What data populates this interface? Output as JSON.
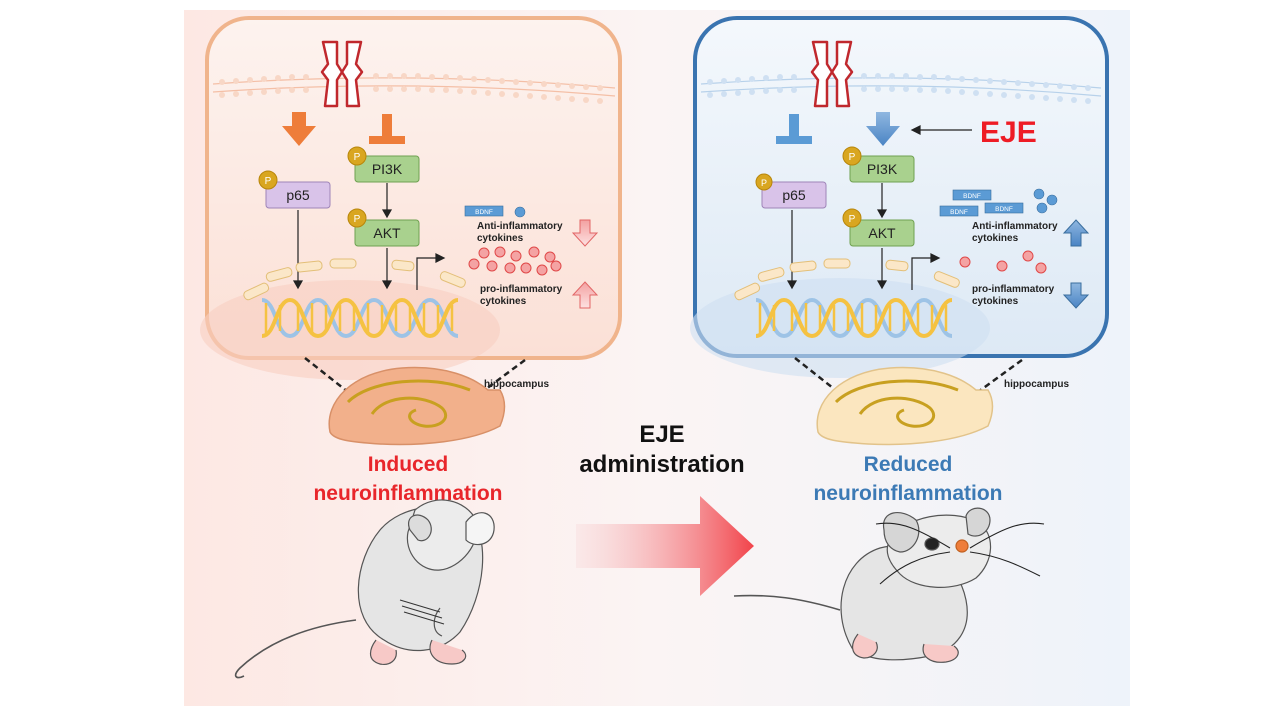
{
  "left_panel": {
    "p_label": "P",
    "p65": "p65",
    "pi3k": "PI3K",
    "akt": "AKT",
    "bdnf": "BDNF",
    "anti_line1": "Anti-inflammatory",
    "anti_line2": "cytokines",
    "pro_line1": "pro-inflammatory",
    "pro_line2": "cytokines",
    "hippocampus": "hippocampus",
    "title_line1": "Induced",
    "title_line2": "neuroinflammation",
    "title_color": "#e8262b",
    "border_color": "#f0b48c"
  },
  "right_panel": {
    "p_label": "P",
    "p65": "p65",
    "pi3k": "PI3K",
    "akt": "AKT",
    "bdnf_1": "BDNF",
    "bdnf_2": "BDNF",
    "bdnf_3": "BDNF",
    "eje": "EJE",
    "anti_line1": "Anti-inflammatory",
    "anti_line2": "cytokines",
    "pro_line1": "pro-inflammatory",
    "pro_line2": "cytokines",
    "hippocampus": "hippocampus",
    "title_line1": "Reduced",
    "title_line2": "neuroinflammation",
    "title_color": "#3c7ab5",
    "border_color": "#3a74b0"
  },
  "center": {
    "line1": "EJE",
    "line2": "administration"
  },
  "colors": {
    "orange_arrow": "#ee7d3a",
    "blue_arrow": "#5b9bd5",
    "eje_red": "#ee1c25",
    "receptor": "#c0282d",
    "pi3k_fill": "#a9d18e",
    "p65_fill": "#d9c3e9",
    "p_circle": "#d9a620",
    "cytokine": "#f08080",
    "dna_orange": "#f5c242",
    "dna_blue": "#9dc3e6"
  }
}
